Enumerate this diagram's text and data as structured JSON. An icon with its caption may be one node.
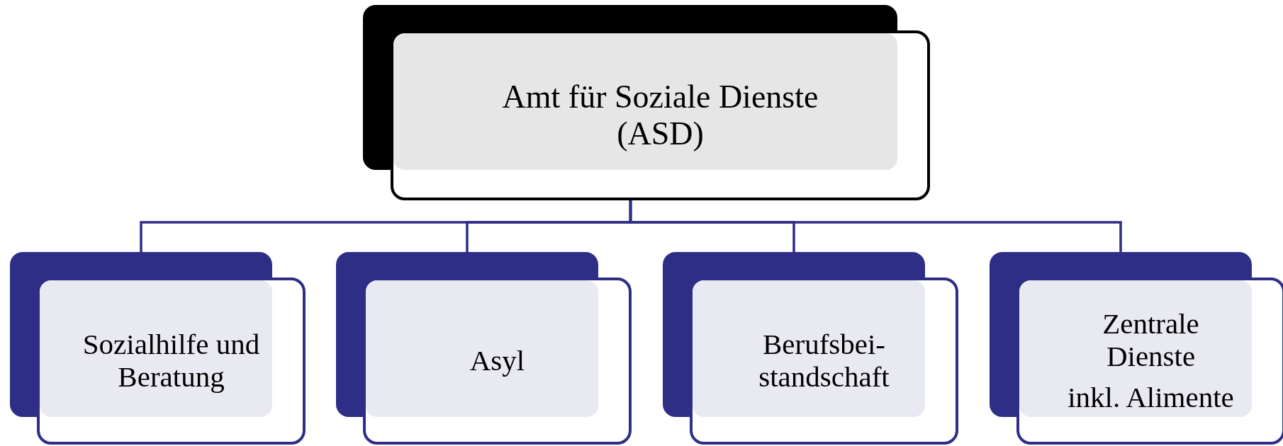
{
  "diagram": {
    "nodes": [
      {
        "text": [
          "Amt für Soziale Dienste (ASD)"
        ]
      },
      {
        "text": [
          "Sozialhilfe und Beratung"
        ]
      },
      {
        "text": [
          "Asyl"
        ]
      },
      {
        "text": [
          "Berufsbei- standschaft"
        ]
      },
      {
        "text": [
          "Zentrale Dienste",
          "inkl. Alimente"
        ]
      }
    ],
    "edges": [
      {
        "from": 0,
        "to": 1,
        "arrow": "none"
      },
      {
        "from": 0,
        "to": 2,
        "arrow": "none"
      },
      {
        "from": 0,
        "to": 3,
        "arrow": "none"
      },
      {
        "from": 0,
        "to": 4,
        "arrow": "none"
      }
    ]
  }
}
